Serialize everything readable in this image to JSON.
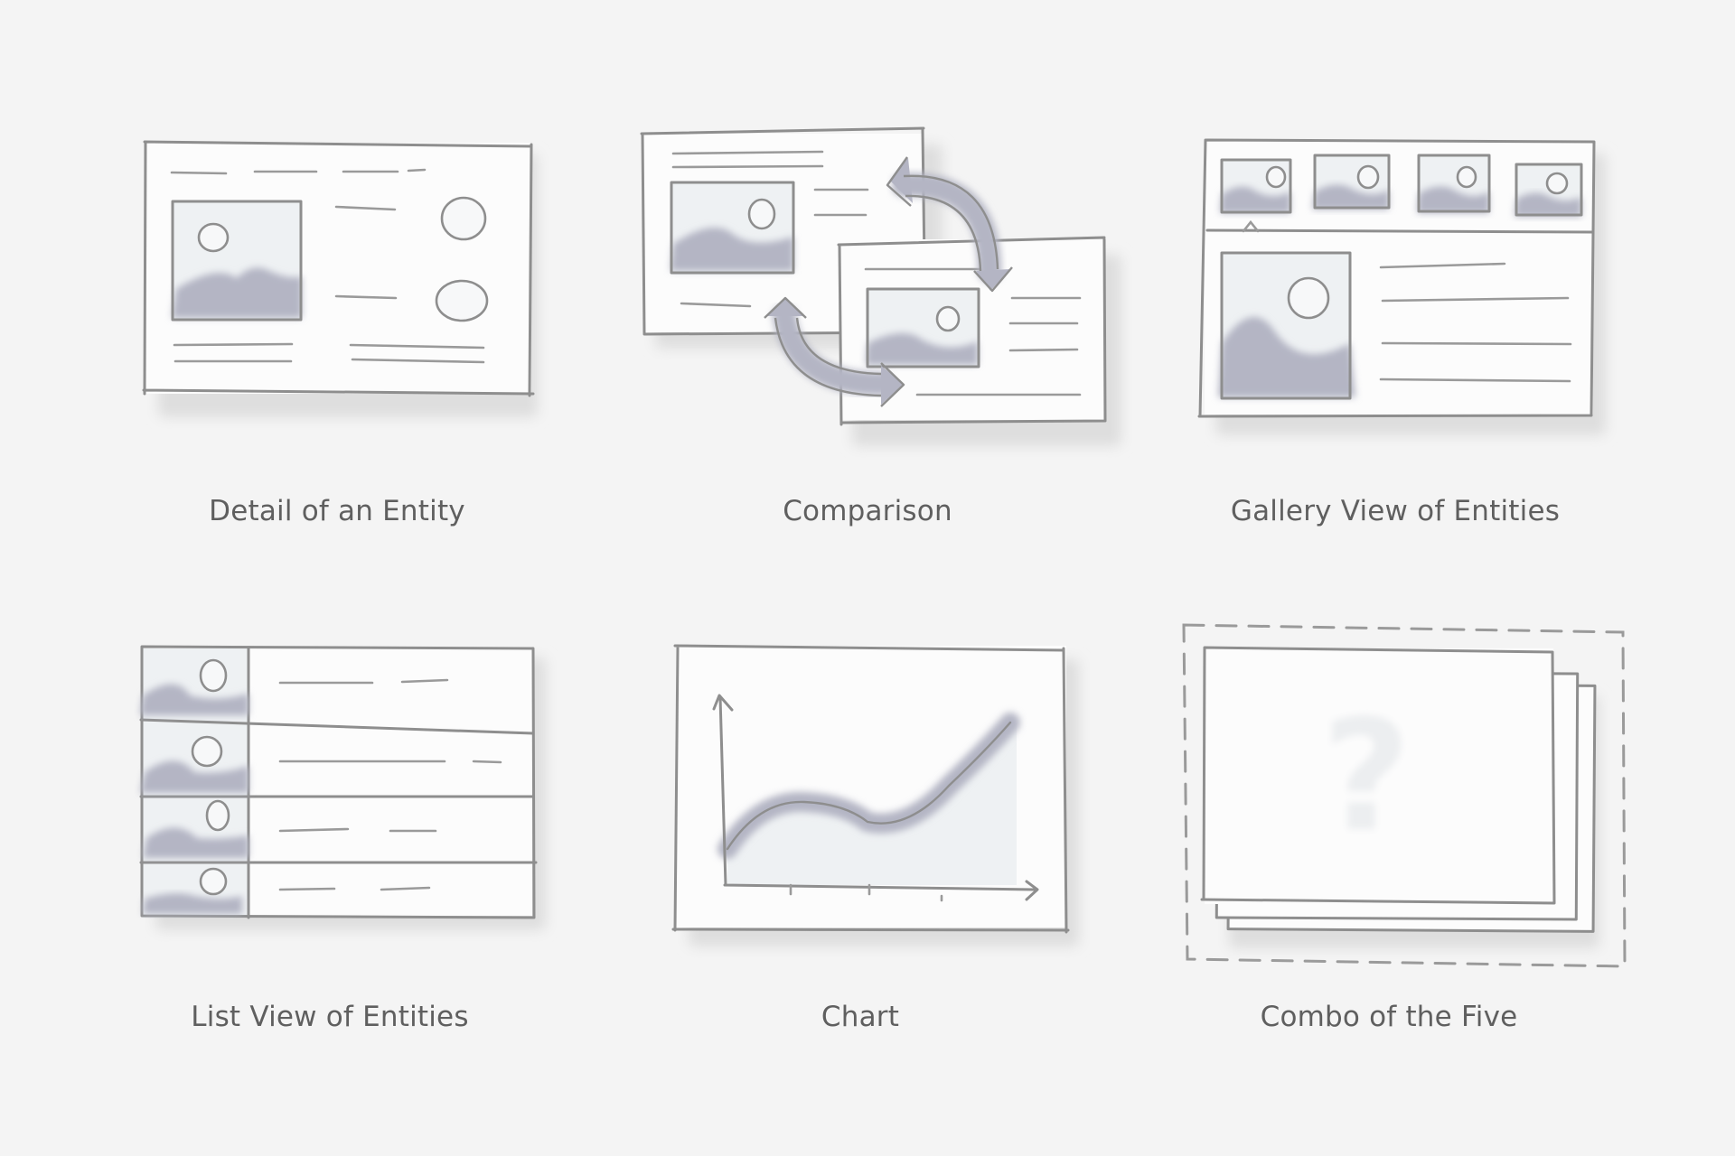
{
  "cards": [
    {
      "id": "detail",
      "caption": "Detail of an Entity"
    },
    {
      "id": "comparison",
      "caption": "Comparison"
    },
    {
      "id": "gallery",
      "caption": "Gallery View of Entities"
    },
    {
      "id": "list",
      "caption": "List View of Entities"
    },
    {
      "id": "chart",
      "caption": "Chart"
    },
    {
      "id": "combo",
      "caption": "Combo of the Five",
      "symbol": "?"
    }
  ],
  "colors": {
    "background": "#f4f4f4",
    "stroke": "#8e8e8e",
    "fill_accent": "#b4b5c4",
    "caption_text": "#5f5f5f"
  }
}
